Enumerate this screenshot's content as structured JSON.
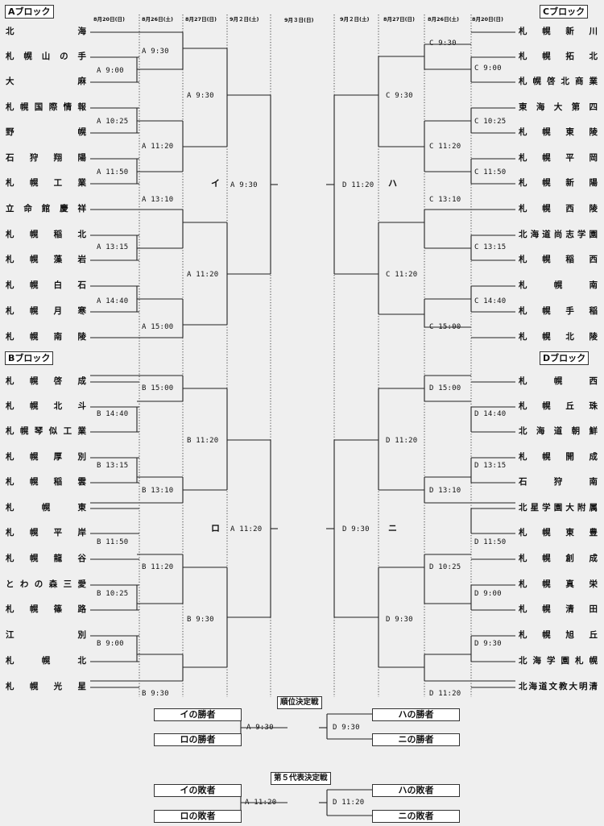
{
  "dates_left": [
    "8月20日(日)",
    "8月26日(土)",
    "8月27日(日)",
    "9月２日(土)"
  ],
  "date_center": "9月３日(日)",
  "dates_right": [
    "9月２日(土)",
    "8月27日(日)",
    "8月26日(土)",
    "8月20日(日)"
  ],
  "blocks": {
    "A": "Aブロック",
    "B": "Bブロック",
    "C": "Cブロック",
    "D": "Dブロック"
  },
  "teams": {
    "A": [
      "北海",
      "札幌山の手",
      "大麻",
      "札幌国際情報",
      "野幌",
      "石狩翔陽",
      "札幌工業",
      "立命館慶祥",
      "札幌稲北",
      "札幌藻岩",
      "札幌白石",
      "札幌月寒",
      "札幌南陵"
    ],
    "B": [
      "札幌啓成",
      "札幌北斗",
      "札幌琴似工業",
      "札幌厚別",
      "札幌稲雲",
      "札幌東",
      "札幌平岸",
      "札幌龍谷",
      "とわの森三愛",
      "札幌篠路",
      "江別",
      "札幌北",
      "札幌光星"
    ],
    "C": [
      "札幌新川",
      "札幌拓北",
      "札幌啓北商業",
      "東海大第四",
      "札幌東陵",
      "札幌平岡",
      "札幌新陽",
      "札幌西陵",
      "北海道尚志学園",
      "札幌稲西",
      "札幌南",
      "札幌手稲",
      "札幌北陵"
    ],
    "D": [
      "札幌西",
      "札幌丘珠",
      "北海道朝鮮",
      "札幌開成",
      "石狩南",
      "北星学園大附属",
      "札幌東豊",
      "札幌創成",
      "札幌真栄",
      "札幌清田",
      "札幌旭丘",
      "北海学園札幌",
      "北海道文教大明清"
    ]
  },
  "matches": {
    "A": [
      "A 9:00",
      "A 9:30",
      "A 10:25",
      "A 11:20",
      "A 11:50",
      "A 13:10",
      "A 13:15",
      "A 14:40",
      "A 15:00",
      "A 9:30",
      "A 11:20",
      "A 9:30"
    ],
    "B": [
      "B 15:00",
      "B 14:40",
      "B 13:15",
      "B 13:10",
      "B 11:20",
      "B 11:50",
      "B 11:20",
      "B 10:25",
      "B 9:00",
      "B 9:30",
      "B 9:30",
      "A 11:20"
    ],
    "C": [
      "C 9:30",
      "C 9:00",
      "C 10:25",
      "C 11:20",
      "C 11:50",
      "C 13:10",
      "C 13:15",
      "C 14:40",
      "C 15:00",
      "C 9:30",
      "C 11:20",
      "D 11:20"
    ],
    "D": [
      "D 15:00",
      "D 14:40",
      "D 13:15",
      "D 13:10",
      "D 11:50",
      "D 10:25",
      "D 9:00",
      "D 9:30",
      "D 11:20",
      "D 11:20",
      "D 9:30",
      "D 9:30"
    ]
  },
  "semifinal_marks": {
    "A": "イ",
    "B": "ロ",
    "C": "ハ",
    "D": "ニ"
  },
  "ranking": {
    "title": "順位決定戦",
    "left": [
      "イの勝者",
      "ロの勝者"
    ],
    "right": [
      "ハの勝者",
      "ニの勝者"
    ],
    "left_match": "A 9:30",
    "right_match": "D 9:30"
  },
  "fifth": {
    "title": "第５代表決定戦",
    "left": [
      "イの敗者",
      "ロの敗者"
    ],
    "right": [
      "ハの敗者",
      "ニの敗者"
    ],
    "left_match": "A 11:20",
    "right_match": "D 11:20"
  }
}
